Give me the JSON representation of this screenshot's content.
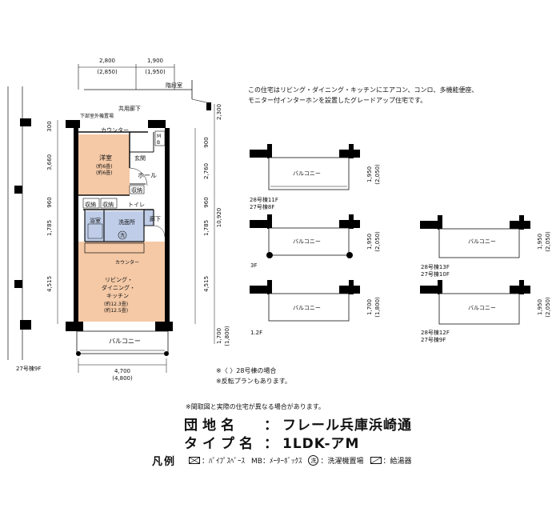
{
  "header_note": {
    "line1": "この住宅はリビング・ダイニング・キッチンにエアコン、コンロ、多機能便座、",
    "line2": "モニター付インターホンを設置したグレードアップ住宅です。"
  },
  "plan": {
    "dims_top": [
      "2,800",
      "(2,850)",
      "1,900",
      "(1,950)"
    ],
    "stair_label": "階段室",
    "corridor_label": "共用廊下",
    "outdoor_unit_label": "下部室外機置場",
    "rooms": {
      "counter_top": "カウンター",
      "western_room": "洋室",
      "western_room_size1": "(約6畳)",
      "western_room_size2": "(約6畳)",
      "entrance": "玄関",
      "mb_m": "M",
      "mb_b": "B",
      "hall": "ホール",
      "storage": "収納",
      "toilet": "トイレ",
      "corridor": "廊下",
      "bath": "浴室",
      "washroom": "洗面所",
      "washer_mark": "洗",
      "counter_bottom": "カウンター",
      "ldk1": "リビング・",
      "ldk2": "ダイニング・",
      "ldk3": "キッチン",
      "ldk_size1": "(約12.3畳)",
      "ldk_size2": "(約12.5畳)",
      "balcony": "バルコニー"
    },
    "dims_left": [
      "300",
      "3,660",
      "960",
      "1,785",
      "4,515"
    ],
    "dims_right_a": [
      "900",
      "2,760",
      "960",
      "1,785",
      "4,515"
    ],
    "dims_right_b": [
      "2,300",
      "10,920",
      "1,700",
      "(1,800)"
    ],
    "dims_bottom": [
      "4,700",
      "(4,800)"
    ],
    "unit_label": "27号棟9F"
  },
  "variants": [
    {
      "balcony": "バルコニー",
      "dim": "1,950",
      "dim_alt": "(2,050)",
      "cap1": "28号棟11F",
      "cap2": "27号棟8F"
    },
    {
      "balcony": "バルコニー",
      "dim": "1,950",
      "dim_alt": "(2,050)",
      "cap1": "3F",
      "cap2": ""
    },
    {
      "balcony": "バルコニー",
      "dim": "1,950",
      "dim_alt": "(2,050)",
      "cap1": "28号棟13F",
      "cap2": "27号棟10F"
    },
    {
      "balcony": "バルコニー",
      "dim": "1,700",
      "dim_alt": "(1,800)",
      "cap1": "1.2F",
      "cap2": ""
    },
    {
      "balcony": "バルコニー",
      "dim": "1,950",
      "dim_alt": "(2,050)",
      "cap1": "28号棟12F",
      "cap2": "27号棟9F"
    }
  ],
  "notes": {
    "n1": "※〈 〉28号棟の場合",
    "n2": "※反転プランもあります。",
    "n3": "※間取図と実際の住宅が異なる場合があります。"
  },
  "info": {
    "estate_label": "団地名",
    "colon": "：",
    "estate_value": "フレール兵庫浜崎通",
    "type_label": "タイプ名",
    "type_value": "1LDK-アM"
  },
  "legend": {
    "head": "凡例",
    "pipe": "：ﾊﾟｲﾌﾟｽﾍﾟｰｽ",
    "mb": "MB：ﾒｰﾀｰﾎﾞｯｸｽ",
    "washer_mark": "洗",
    "washer": "：洗濯機置場",
    "heater": "：給湯器"
  },
  "colors": {
    "wall": "#000000",
    "western_room": "#f5c9a6",
    "ldk": "#f5c9a6",
    "water_area": "#bfcde8",
    "hall": "#ffffff"
  }
}
